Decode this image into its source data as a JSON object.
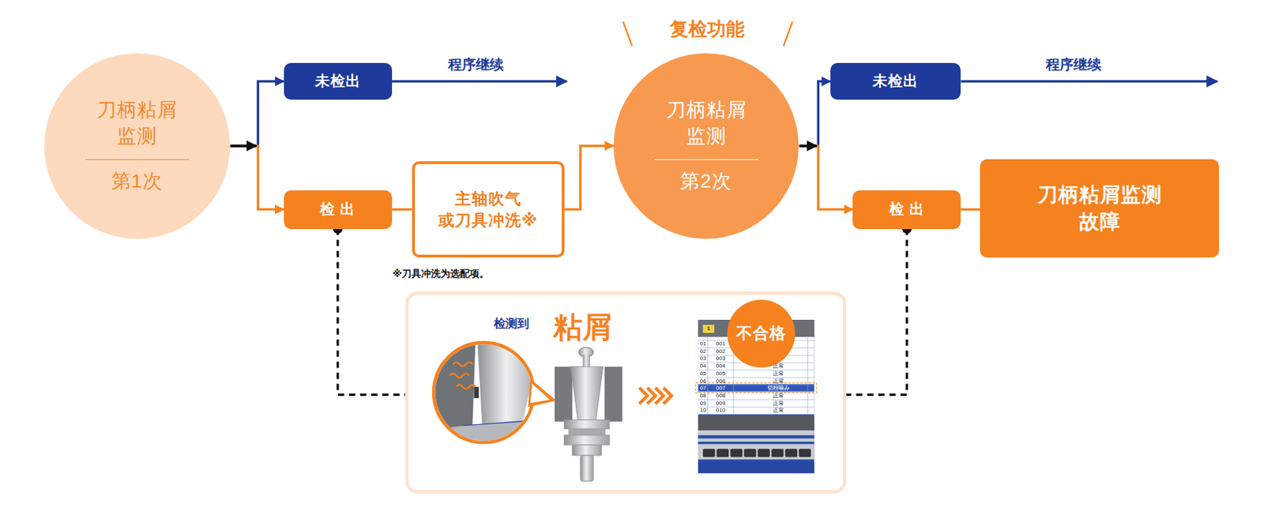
{
  "diagram": {
    "nodes": [
      {
        "text": [
          "刀柄粘屑 监测",
          "第1次"
        ]
      },
      {
        "text": [
          "未检出"
        ]
      },
      {
        "text": [
          "检 出"
        ]
      },
      {
        "text": [
          "主轴吹气 或刀具冲洗※"
        ]
      },
      {
        "text": [
          "刀柄粘屑 监测",
          "第2次"
        ]
      },
      {
        "text": [
          "未检出"
        ]
      },
      {
        "text": [
          "检 出"
        ]
      },
      {
        "text": [
          "刀柄粘屑监测 故障"
        ]
      },
      {
        "text": [
          "检测到",
          "粘屑"
        ]
      },
      {
        "text": [
          "不合格"
        ],
        "in": 8
      }
    ],
    "edges": [
      {
        "from": 0,
        "to": 1,
        "arrow": "to"
      },
      {
        "from": 0,
        "to": 2,
        "arrow": "to"
      },
      {
        "from": 2,
        "to": 3,
        "arrow": "none"
      },
      {
        "from": 3,
        "to": 4,
        "arrow": "to"
      },
      {
        "from": 4,
        "to": 5,
        "arrow": "to"
      },
      {
        "from": 4,
        "to": 6,
        "arrow": "to"
      },
      {
        "from": 6,
        "to": 7,
        "arrow": "none"
      },
      {
        "from": 2,
        "to": 8,
        "arrow": "none"
      },
      {
        "from": 6,
        "to": 8,
        "arrow": "none"
      }
    ],
    "labels": [
      "程序继续",
      "复检功能",
      "程序继续",
      "※刀具冲洗为选配项。",
      "1",
      "01",
      "02",
      "03",
      "04",
      "05",
      "06",
      "07",
      "08",
      "09",
      "10",
      "001",
      "002",
      "003",
      "004",
      "005",
      "006",
      "007",
      "008",
      "009",
      "010",
      "正常",
      "正常",
      "正常",
      "正常",
      "正常",
      "正常",
      "切粉噛み"
    ]
  }
}
